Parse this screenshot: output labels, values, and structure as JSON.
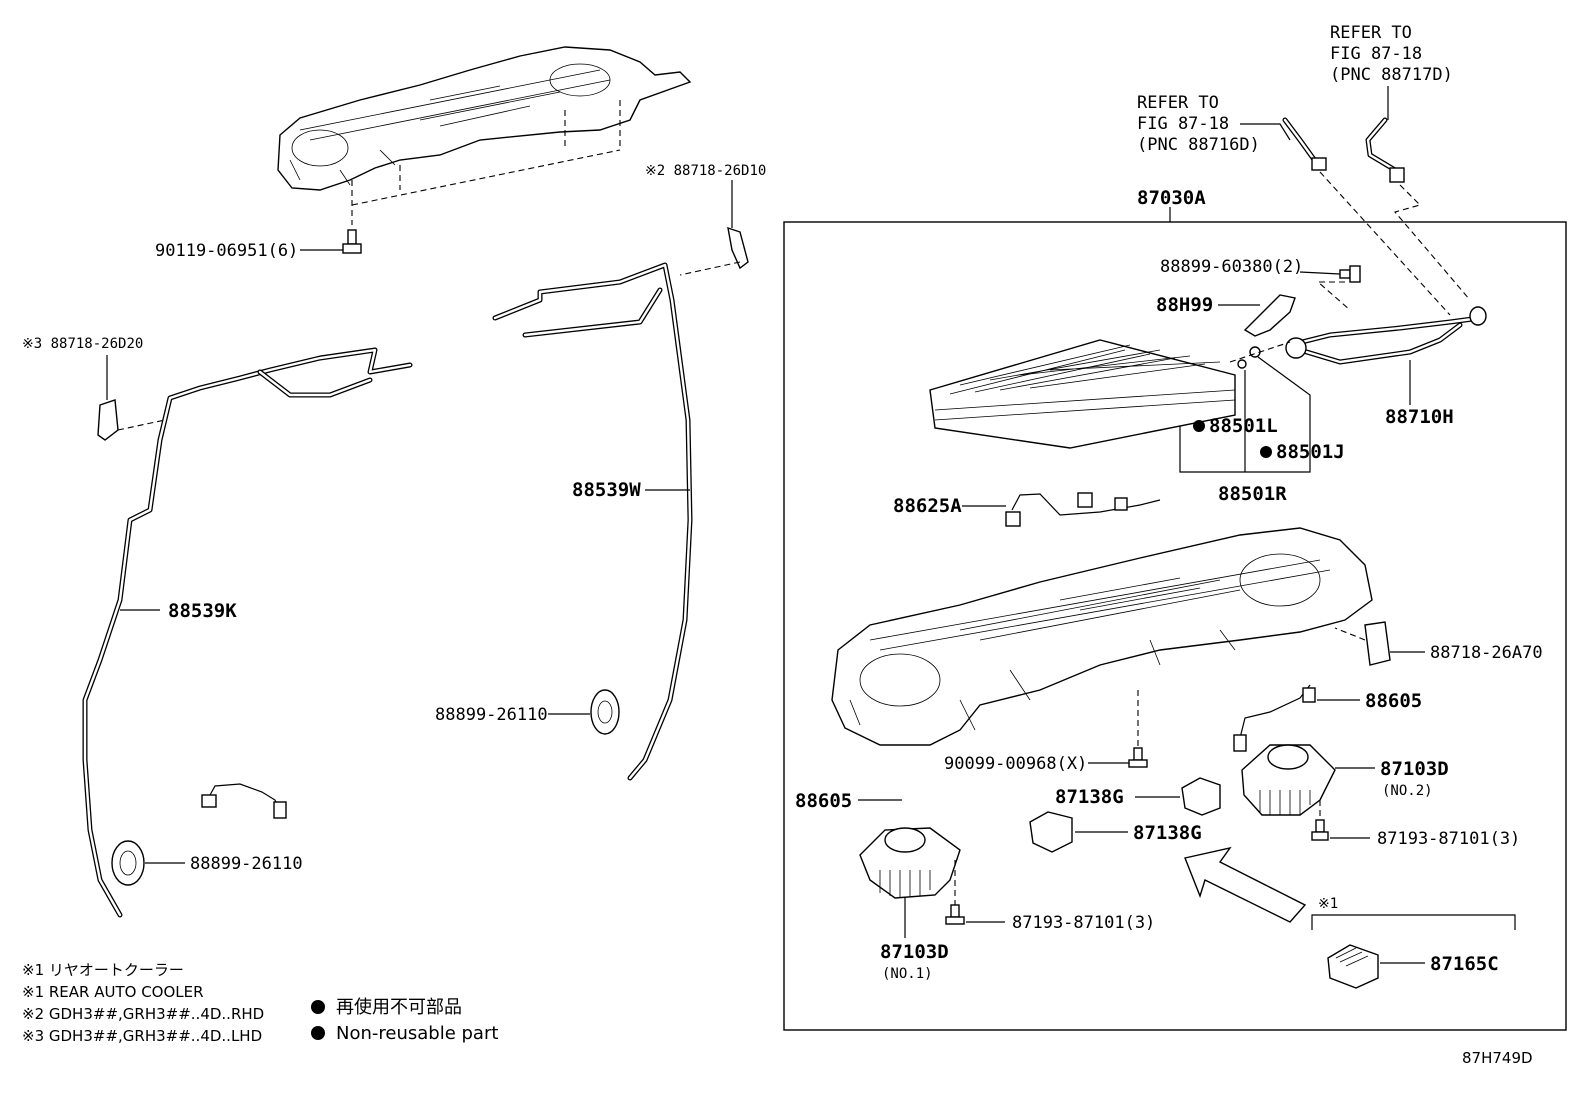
{
  "title_code": "87H749D",
  "labels": {
    "p_90119": "90119-06951(6)",
    "p_88718_26D10": "※2 88718-26D10",
    "p_88718_26D20": "※3 88718-26D20",
    "p_88539W": "88539W",
    "p_88539K": "88539K",
    "p_88899_26110_a": "88899-26110",
    "p_88899_26110_b": "88899-26110",
    "refer1_l1": "REFER TO",
    "refer1_l2": "FIG 87-18",
    "refer1_l3": "(PNC 88716D)",
    "refer2_l1": "REFER TO",
    "refer2_l2": "FIG 87-18",
    "refer2_l3": "(PNC 88717D)",
    "p_87030A": "87030A",
    "p_88899_60380": "88899-60380(2)",
    "p_88H99": "88H99",
    "p_88710H": "88710H",
    "p_88501L": "88501L",
    "p_88501J": "88501J",
    "p_88501R": "88501R",
    "p_88625A": "88625A",
    "p_88718_26A70": "88718-26A70",
    "p_88605_a": "88605",
    "p_88605_b": "88605",
    "p_90099": "90099-00968(X)",
    "p_87103D_a": "87103D",
    "p_87103D_a_sub": "(NO.2)",
    "p_87103D_b": "87103D",
    "p_87103D_b_sub": "(NO.1)",
    "p_87138G_a": "87138G",
    "p_87138G_b": "87138G",
    "p_87193_a": "87193-87101(3)",
    "p_87193_b": "87193-87101(3)",
    "p_87165C": "87165C",
    "mark1": "※1"
  },
  "notes": {
    "n1_jp": "※1 リヤオートクーラー",
    "n1_en": "※1 REAR AUTO COOLER",
    "n2": "※2 GDH3##,GRH3##..4D..RHD",
    "n3": "※3 GDH3##,GRH3##..4D..LHD",
    "nonreuse_jp": "再使用不可部品",
    "nonreuse_en": "Non-reusable part"
  }
}
